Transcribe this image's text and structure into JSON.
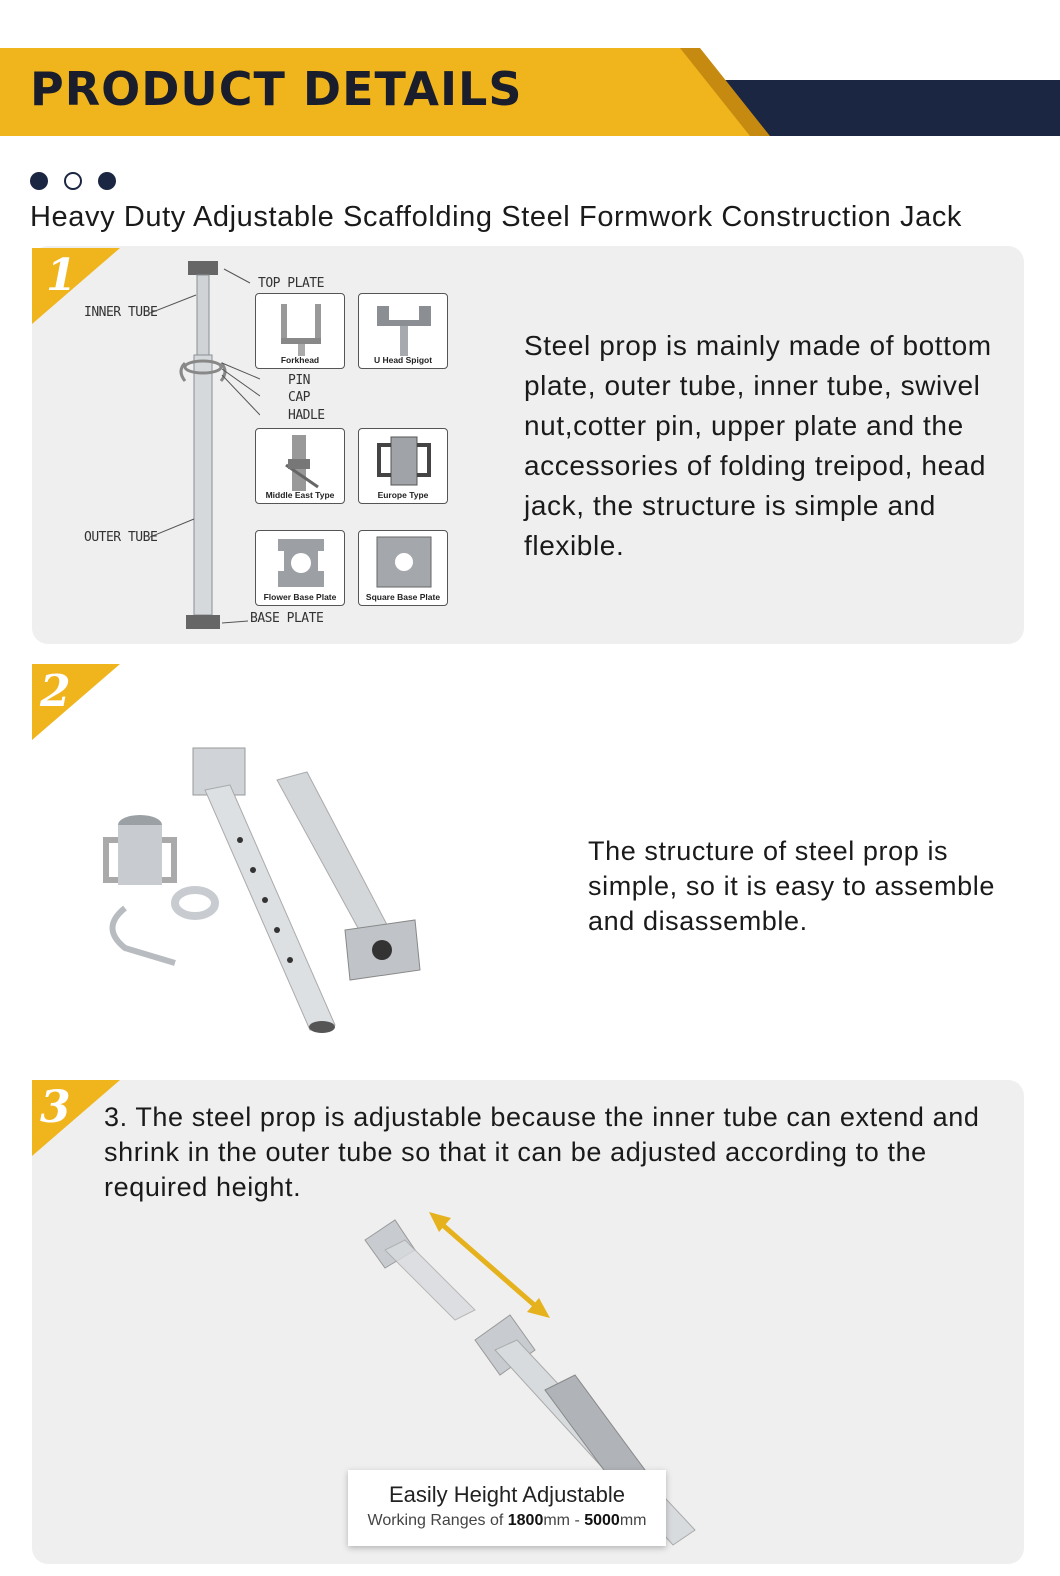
{
  "header": {
    "title": "PRODUCT DETAILS",
    "colors": {
      "gold": "#f0b41c",
      "navy": "#1b2742"
    }
  },
  "subtitle": "Heavy Duty Adjustable Scaffolding Steel Formwork Construction Jack",
  "section1": {
    "step": "1",
    "labels": {
      "top_plate": "TOP PLATE",
      "inner_tube": "INNER TUBE",
      "pin": "PIN",
      "cap": "CAP",
      "hadle": "HADLE",
      "outer_tube": "OUTER TUBE",
      "base_plate": "BASE PLATE"
    },
    "accessories": [
      "Forkhead",
      "U Head Spigot",
      "Middle East Type",
      "Europe Type",
      "Flower Base Plate",
      "Square Base Plate"
    ],
    "description": "Steel prop is mainly made of bottom plate, outer tube, inner tube, swivel nut,cotter pin, upper plate and the accessories of folding treipod, head jack, the structure is simple and flexible."
  },
  "section2": {
    "step": "2",
    "description": "The structure of steel prop is simple, so it is easy to assemble and disassemble."
  },
  "section3": {
    "step": "3",
    "description": "3. The steel prop is adjustable because the inner tube can extend and shrink in the outer tube so that it can be adjusted according to the required height.",
    "badge": {
      "title": "Easily Height Adjustable",
      "range_prefix": "Working Ranges of",
      "min": "1800",
      "unit1": "mm -",
      "max": "5000",
      "unit2": "mm"
    }
  }
}
